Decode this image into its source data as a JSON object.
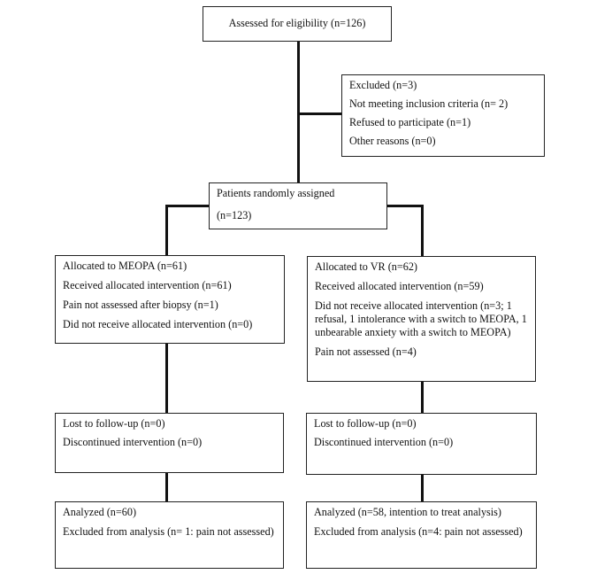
{
  "enrollment": {
    "assessed": "Assessed for eligibility (n=126)",
    "excluded": [
      "Excluded (n=3)",
      "Not meeting inclusion criteria (n= 2)",
      "Refused to participate (n=1)",
      "Other reasons (n=0)"
    ],
    "randomized": [
      "Patients randomly assigned",
      "(n=123)"
    ]
  },
  "allocation": {
    "left": [
      "Allocated to MEOPA (n=61)",
      "Received allocated intervention (n=61)",
      "Pain not assessed after biopsy (n=1)",
      "Did not receive allocated intervention (n=0)"
    ],
    "right": [
      "Allocated to VR (n=62)",
      "Received allocated intervention (n=59)",
      "Did not receive allocated intervention (n=3; 1 refusal, 1 intolerance with a switch to MEOPA, 1 unbearable anxiety with a switch to MEOPA)",
      "Pain not assessed (n=4)"
    ]
  },
  "followup": {
    "left": [
      "Lost to follow-up (n=0)",
      "Discontinued intervention (n=0)"
    ],
    "right": [
      "Lost to follow-up (n=0)",
      "Discontinued intervention (n=0)"
    ]
  },
  "analysis": {
    "left": [
      "Analyzed (n=60)",
      "Excluded from analysis (n= 1: pain not assessed)"
    ],
    "right": [
      "Analyzed (n=58, intention to treat analysis)",
      "Excluded from analysis (n=4: pain not assessed)"
    ]
  }
}
